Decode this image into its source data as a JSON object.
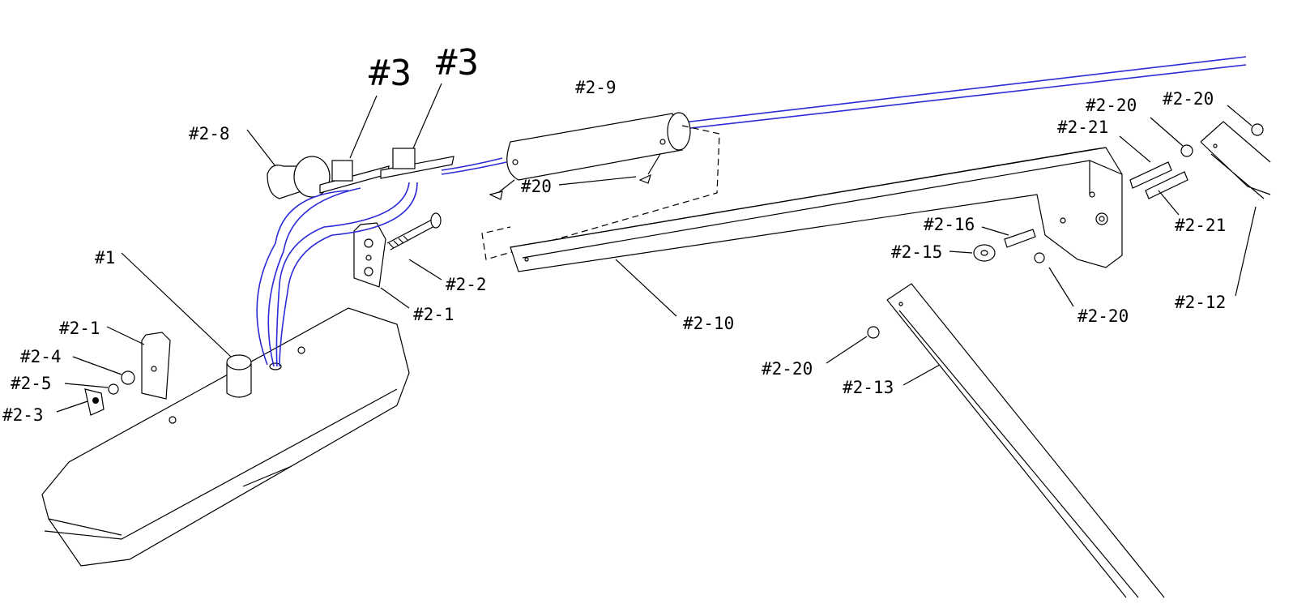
{
  "diagram": {
    "title": "Exploded assembly diagram",
    "labels": {
      "p3a": "#3",
      "p3b": "#3",
      "p2_9": "#2-9",
      "p2_8": "#2-8",
      "p20": "#20",
      "p2_20a": "#2-20",
      "p2_20b": "#2-20",
      "p2_21a": "#2-21",
      "p2_21b": "#2-21",
      "p2_16": "#2-16",
      "p2_15": "#2-15",
      "p2_2": "#2-2",
      "p2_1a": "#2-1",
      "p1": "#1",
      "p2_1b": "#2-1",
      "p2_4": "#2-4",
      "p2_5": "#2-5",
      "p2_3": "#2-3",
      "p2_10": "#2-10",
      "p2_20c": "#2-20",
      "p2_12": "#2-12",
      "p2_20d": "#2-20",
      "p2_13": "#2-13"
    },
    "colors": {
      "line": "#000000",
      "wire": "#2b2bd8"
    }
  }
}
